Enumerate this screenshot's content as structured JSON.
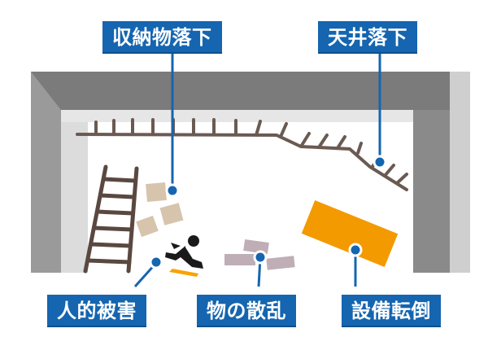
{
  "labels": {
    "storage_fall": "収納物落下",
    "ceiling_fall": "天井落下",
    "human_damage": "人的被害",
    "scattered_items": "物の散乱",
    "equipment_topple": "設備転倒"
  },
  "colors": {
    "label_bg": "#1565b0",
    "leader_line": "#1565b0",
    "wall_dark": "#7a7a7a",
    "wall_light": "#cfcfcf",
    "ceiling_grid": "#6b5a52",
    "ladder": "#5a4840",
    "box_tan": "#d6c4ad",
    "debris_mauve": "#bfaeb5",
    "equipment_orange": "#f39a00",
    "person": "#1a1a1a",
    "person_accent": "#f6a400"
  }
}
